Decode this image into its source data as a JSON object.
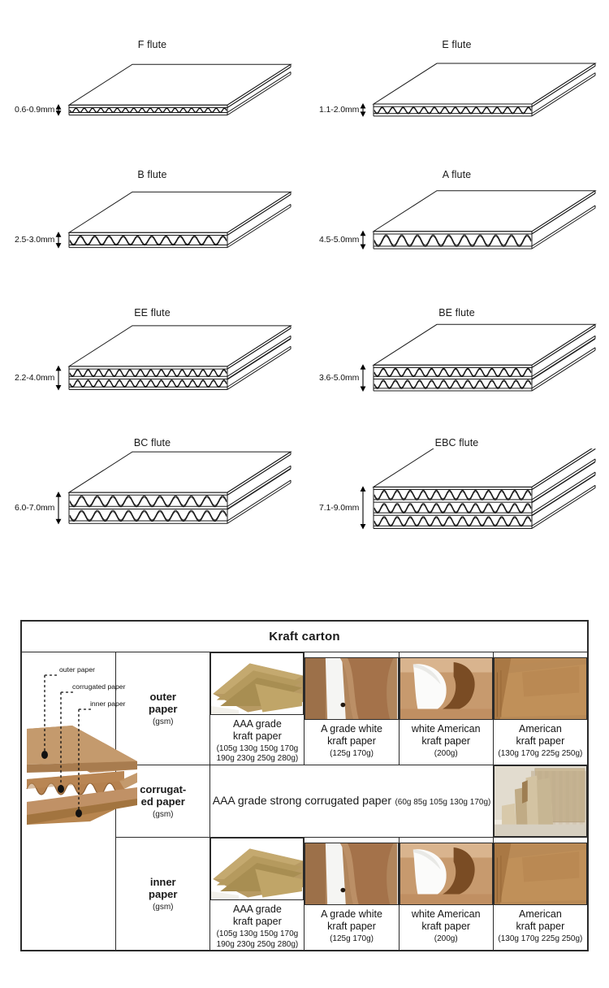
{
  "flutes": [
    {
      "name": "F flute",
      "thickness": "0.6-0.9mm",
      "walls": 1,
      "amp": 3.0,
      "waves": 19,
      "gap": 9
    },
    {
      "name": "E flute",
      "thickness": "1.1-2.0mm",
      "walls": 1,
      "amp": 4.2,
      "waves": 15,
      "gap": 12
    },
    {
      "name": "B flute",
      "thickness": "2.5-3.0mm",
      "walls": 1,
      "amp": 6.0,
      "waves": 11,
      "gap": 16
    },
    {
      "name": "A flute",
      "thickness": "4.5-5.0mm",
      "walls": 1,
      "amp": 7.5,
      "waves": 10,
      "gap": 19
    },
    {
      "name": "EE flute",
      "thickness": "2.2-4.0mm",
      "walls": 2,
      "amp": 4.6,
      "waves": 15,
      "gap": 12
    },
    {
      "name": "BE flute",
      "thickness": "3.6-5.0mm",
      "walls": 2,
      "amp": 5.4,
      "waves": 13,
      "gap": 14
    },
    {
      "name": "BC flute",
      "thickness": "6.0-7.0mm",
      "walls": 2,
      "amp": 7.0,
      "waves": 10,
      "gap": 18
    },
    {
      "name": "EBC flute",
      "thickness": "7.1-9.0mm",
      "walls": 3,
      "amp": 6.2,
      "waves": 12,
      "gap": 16
    }
  ],
  "kraft_table": {
    "title": "Kraft carton",
    "diagram": {
      "labels": [
        "outer paper",
        "corrugated paper",
        "inner paper"
      ]
    },
    "rows": [
      {
        "id": "outer",
        "label": "outer\npaper",
        "label_line1": "outer",
        "label_line2": "paper",
        "unit": "(gsm)",
        "papers": [
          {
            "name_line1": "AAA grade",
            "name_line2": "kraft paper",
            "gsm_line1": "(105g 130g 150g 170g",
            "gsm_line2": "190g 230g 250g 280g)",
            "swatch": "stacked-brown-kraft-sheets"
          },
          {
            "name_line1": "A grade white",
            "name_line2": "kraft paper",
            "gsm_line1": "(125g 170g)",
            "gsm_line2": "",
            "swatch": "brown-roll-white-backing"
          },
          {
            "name_line1": "white American",
            "name_line2": "kraft paper",
            "gsm_line1": "(200g)",
            "gsm_line2": "",
            "swatch": "white-curled-sheet"
          },
          {
            "name_line1": "American",
            "name_line2": "kraft paper",
            "gsm_line1": "(130g 170g 225g 250g)",
            "gsm_line2": "",
            "swatch": "flat-brown-kraft-sheet"
          }
        ]
      },
      {
        "id": "corrugated",
        "label_line1": "corrugat-",
        "label_line2": "ed paper",
        "unit": "(gsm)",
        "text_main": "AAA grade strong corrugated paper",
        "text_gsm": "(60g 85g 105g 130g 170g)",
        "swatch": "corrugated-fluting-rolls"
      },
      {
        "id": "inner",
        "label_line1": "inner",
        "label_line2": "paper",
        "unit": "(gsm)",
        "papers": [
          {
            "name_line1": "AAA grade",
            "name_line2": "kraft paper",
            "gsm_line1": "(105g 130g 150g 170g",
            "gsm_line2": "190g 230g 250g 280g)",
            "swatch": "stacked-brown-kraft-sheets"
          },
          {
            "name_line1": "A grade white",
            "name_line2": "kraft paper",
            "gsm_line1": "(125g 170g)",
            "gsm_line2": "",
            "swatch": "brown-roll-white-backing"
          },
          {
            "name_line1": "white American",
            "name_line2": "kraft paper",
            "gsm_line1": "(200g)",
            "gsm_line2": "",
            "swatch": "white-curled-sheet"
          },
          {
            "name_line1": "American",
            "name_line2": "kraft paper",
            "gsm_line1": "(130g 170g 225g 250g)",
            "gsm_line2": "",
            "swatch": "flat-brown-kraft-sheet"
          }
        ]
      }
    ]
  },
  "colors": {
    "line": "#1a1a1a",
    "kraft_tan": "#b79a63",
    "kraft_brown": "#a8713e",
    "kraft_dark": "#8a5a2b",
    "white_paper": "#f4f4f2",
    "fluting": "#cbb48c"
  }
}
